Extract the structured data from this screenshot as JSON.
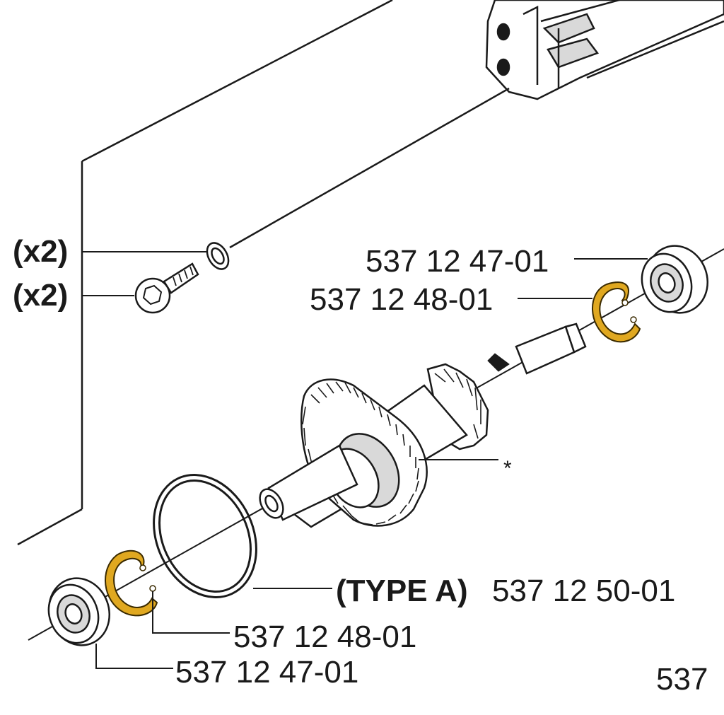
{
  "labels": {
    "qty_ring": "(x2)",
    "qty_screw": "(x2)",
    "bearing_right": "537 12 47-01",
    "circlip_right": "537 12 48-01",
    "asterisk": "*",
    "oring_type": "(TYPE A)",
    "oring_part": "537 12 50-01",
    "circlip_left": "537 12 48-01",
    "bearing_left": "537 12 47-01",
    "cut_off": "537"
  },
  "colors": {
    "line": "#1a1a1a",
    "circlip": "#e0a820",
    "circlip_stroke": "#3a2a00",
    "part_fill": "#ffffff",
    "shade": "#d9d9d9"
  }
}
